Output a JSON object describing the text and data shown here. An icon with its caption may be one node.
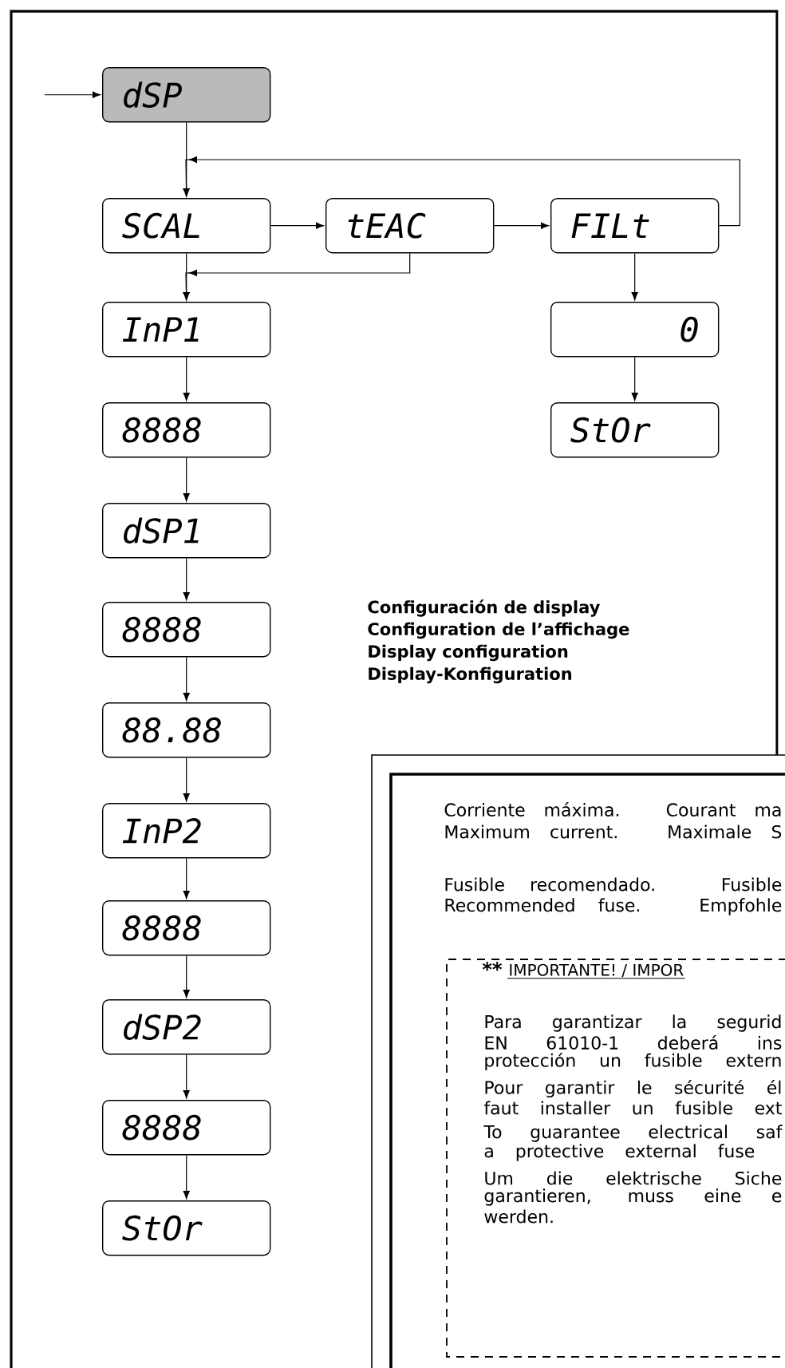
{
  "diagram": {
    "nodes": [
      {
        "text": [
          "dSP"
        ]
      },
      {
        "text": [
          "SCAL"
        ]
      },
      {
        "text": [
          "tEAC"
        ]
      },
      {
        "text": [
          "FILt"
        ]
      },
      {
        "text": [
          "InP1"
        ]
      },
      {
        "text": [
          "8888"
        ]
      },
      {
        "text": [
          "dSP1"
        ]
      },
      {
        "text": [
          "8888"
        ]
      },
      {
        "text": [
          "88.88"
        ]
      },
      {
        "text": [
          "InP2"
        ]
      },
      {
        "text": [
          "8888"
        ]
      },
      {
        "text": [
          "dSP2"
        ]
      },
      {
        "text": [
          "8888"
        ]
      },
      {
        "text": [
          "StOr"
        ]
      },
      {
        "text": [
          "0"
        ]
      },
      {
        "text": [
          "StOr"
        ]
      }
    ],
    "edges": [
      {
        "from": null,
        "to": 0,
        "arrow": "to"
      },
      {
        "from": 0,
        "to": 1,
        "arrow": "to"
      },
      {
        "from": 1,
        "to": 2,
        "arrow": "to"
      },
      {
        "from": 2,
        "to": 3,
        "arrow": "to"
      },
      {
        "from": 3,
        "to": 1,
        "arrow": "to"
      },
      {
        "from": 2,
        "to": 4,
        "arrow": "to"
      },
      {
        "from": 1,
        "to": 4,
        "arrow": "to"
      },
      {
        "from": 4,
        "to": 5,
        "arrow": "to"
      },
      {
        "from": 5,
        "to": 6,
        "arrow": "to"
      },
      {
        "from": 6,
        "to": 7,
        "arrow": "to"
      },
      {
        "from": 7,
        "to": 8,
        "arrow": "to"
      },
      {
        "from": 8,
        "to": 9,
        "arrow": "to"
      },
      {
        "from": 9,
        "to": 10,
        "arrow": "to"
      },
      {
        "from": 10,
        "to": 11,
        "arrow": "to"
      },
      {
        "from": 11,
        "to": 12,
        "arrow": "to"
      },
      {
        "from": 12,
        "to": 13,
        "arrow": "to"
      },
      {
        "from": 3,
        "to": 14,
        "arrow": "to"
      },
      {
        "from": 14,
        "to": 15,
        "arrow": "to"
      }
    ],
    "labels": [
      "Configuración de display",
      "Configuration de l’affichage",
      "Display configuration",
      "Display-Konfiguration",
      "Corriente máxima. Courant ma",
      "Maximum current. Maximale S",
      "Fusible recomendado. Fusible",
      "Recommended fuse. Empfohle",
      "**",
      "IMPORTANTE! / IMPOR",
      "Para garantizar la segurid",
      "EN 61010-1 deberá ins",
      "protección un fusible extern",
      "Pour garantir le sécurité él",
      "faut installer un fusible ext",
      "To guarantee electrical saf",
      "a protective external fuse",
      "Um die elektrische Siche",
      "garantieren, muss eine e",
      "werden."
    ]
  }
}
